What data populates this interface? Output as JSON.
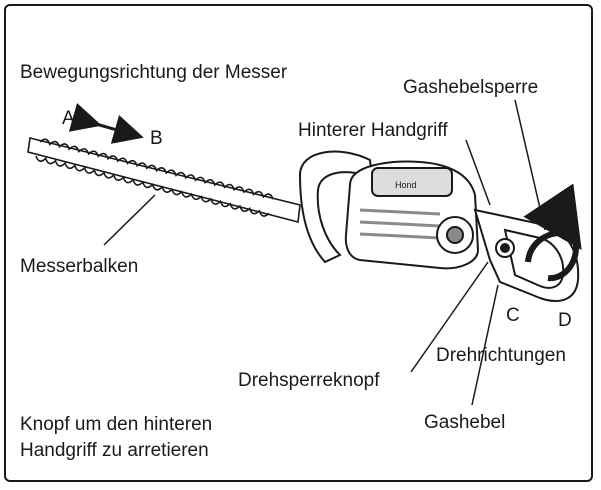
{
  "title": "Bewegungsrichtung der Messer",
  "labels": {
    "a": "A",
    "b": "B",
    "c": "C",
    "d": "D",
    "throttle_lock": "Gashebelsperre",
    "rear_handle": "Hinterer Handgriff",
    "blade_bar": "Messerbalken",
    "rotation_directions": "Drehrichtungen",
    "rotary_lock_knob": "Drehsperreknopf",
    "throttle_lever": "Gashebel",
    "knob_note_line1": "Knopf um den hinteren",
    "knob_note_line2": "Handgriff zu arretieren"
  },
  "colors": {
    "ink": "#1a1a1a",
    "shade": "#8a8a8a",
    "paper": "#ffffff"
  }
}
